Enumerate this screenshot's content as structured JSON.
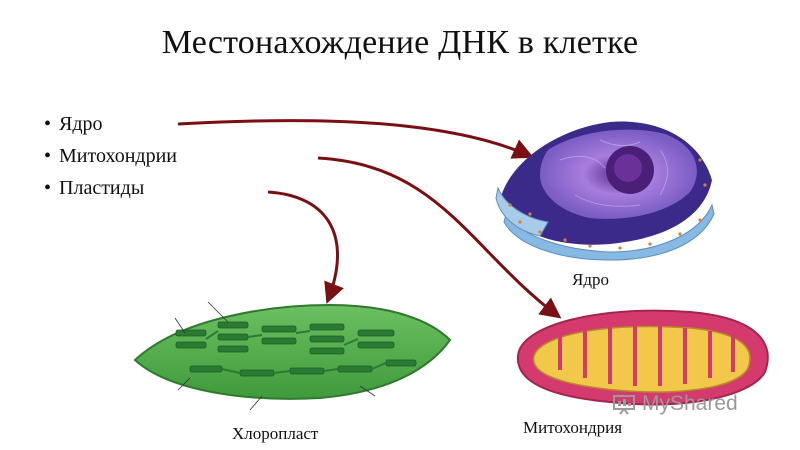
{
  "slide": {
    "title": "Местонахождение ДНК в клетке",
    "bullets": [
      "Ядро",
      "Митохондрии",
      "Пластиды"
    ]
  },
  "captions": {
    "nucleus": "Ядро",
    "mitochondrion": "Митохондрия",
    "chloroplast": "Хлоропласт"
  },
  "watermark": {
    "text": "MyShared",
    "icon": "presentation-board-icon"
  },
  "colors": {
    "arrow": "#7a0f14",
    "nucleus_outer": "#4f3aa0",
    "nucleus_inner": "#9c74d6",
    "envelope": "#7fb3df",
    "mito_outer": "#d43a6e",
    "mito_inner": "#f2c84a",
    "chloroplast": "#4fa84a",
    "grana": "#2b7a33"
  }
}
